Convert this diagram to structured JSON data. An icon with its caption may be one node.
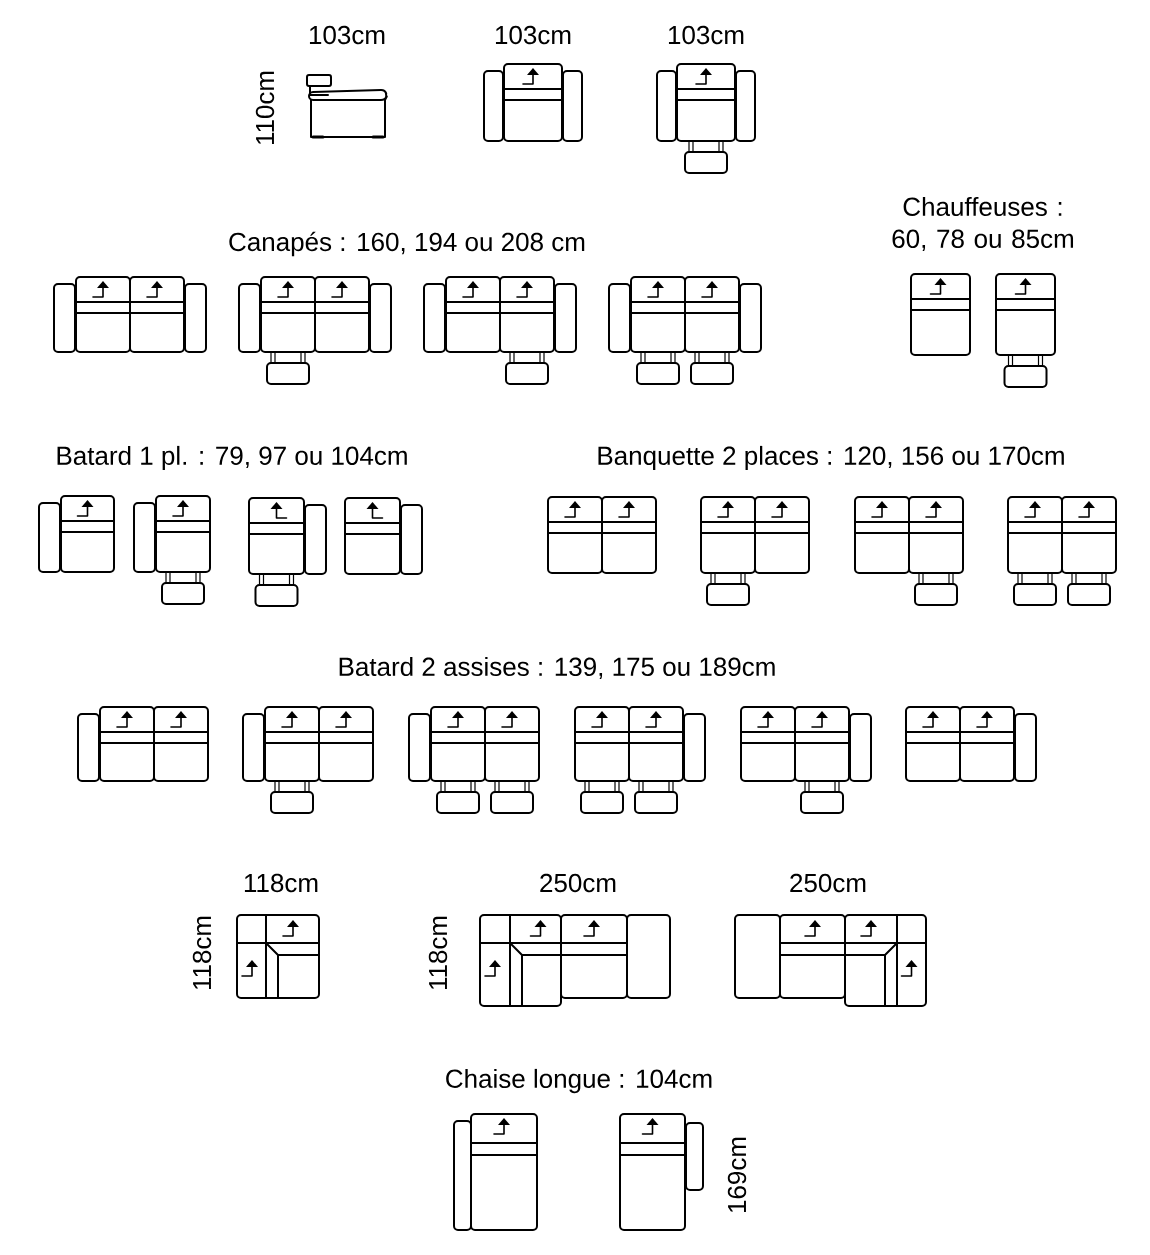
{
  "diagram": {
    "labels": [
      "103cm",
      "103cm",
      "103cm",
      "110cm",
      "Chauffeuses : 60, 78 ou 85cm",
      "Canapés : 160, 194 ou 208 cm",
      "Batard 1 pl. : 79, 97 ou 104cm",
      "Banquette 2 places : 120, 156 ou 170cm",
      "Batard 2 assises : 139, 175 ou 189cm",
      "118cm",
      "250cm",
      "250cm",
      "118cm",
      "118cm",
      "Chaise longue : 104cm",
      "169cm"
    ]
  }
}
